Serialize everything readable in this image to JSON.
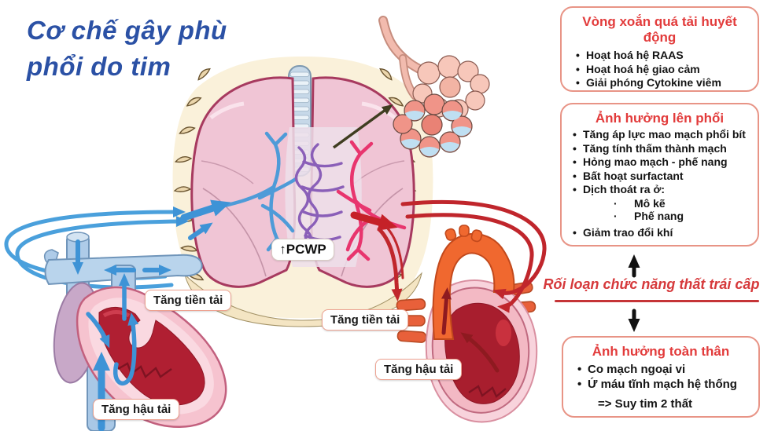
{
  "title": {
    "line1": "Cơ chế gây phù",
    "line2": "phổi do tim"
  },
  "diagram": {
    "pcwp_label": "↑PCWP",
    "left_heart": {
      "preload_label": "Tăng tiền tải",
      "afterload_label": "Tăng hậu tải"
    },
    "right_heart": {
      "preload_label": "Tăng tiền tải",
      "afterload_label": "Tăng hậu tải"
    }
  },
  "panel": {
    "overload_box": {
      "title": "Vòng xoắn quá tải huyết động",
      "bullet": "•",
      "items": [
        "Hoạt hoá hệ RAAS",
        "Hoạt hoá hệ giao cảm",
        "Giải phóng Cytokine viêm"
      ]
    },
    "lung_box": {
      "title": "Ảnh hưởng lên phổi",
      "bullet": "•",
      "sub_bullet": "·",
      "items": [
        "Tăng áp lực mao mạch phổi bít",
        "Tăng tính thấm thành mạch",
        "Hỏng mao mạch - phế nang",
        "Bất hoạt surfactant",
        "Dịch thoát ra ở:"
      ],
      "subitems": [
        "Mô kẽ",
        "Phế nang"
      ],
      "footer_item": "Giảm trao đổi khí"
    },
    "center_text": "Rối loạn chức năng thất trái cấp",
    "systemic_box": {
      "title": "Ảnh hưởng toàn thân",
      "bullet": "•",
      "items": [
        "Co mạch ngoại vi",
        "Ứ máu tĩnh mạch hệ thống"
      ],
      "conclusion": "=> Suy tim 2 thất"
    }
  },
  "colors": {
    "title_blue": "#2B51A5",
    "heading_red": "#E23B3B",
    "panel_border": "#E89486",
    "underline_red": "#C53437",
    "vein_blue": "#4AA0DC",
    "artery_red": "#C0262C",
    "lung_pink": "#F0C5D5",
    "aorta_orange": "#F0682F"
  }
}
